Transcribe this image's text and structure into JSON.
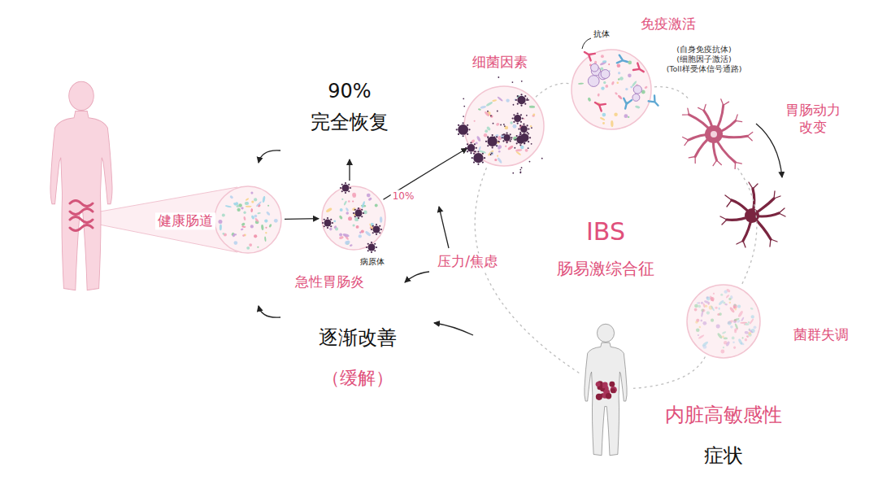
{
  "diagram": {
    "nodes": [
      {
        "text": [
          "健康肠道"
        ]
      },
      {
        "text": [
          "急性胃肠炎"
        ]
      },
      {
        "text": [
          "细菌因素"
        ]
      },
      {
        "text": [
          "免疫激活",
          "(自身免疫抗体) (细胞因子激活) (Toll样受体信号通路)"
        ]
      },
      {
        "text": [
          "胃肠动力 改变"
        ]
      },
      {
        "text": [
          "菌群失调"
        ]
      },
      {
        "text": [
          "内脏高敏感性",
          "症状"
        ]
      }
    ],
    "edges": [
      {
        "from": 0,
        "to": 1,
        "arrow": "to"
      },
      {
        "from": 1,
        "to": 2,
        "arrow": "to",
        "label": "10%"
      },
      {
        "from": 2,
        "to": 3,
        "arrow": "none"
      },
      {
        "from": 3,
        "to": 4,
        "arrow": "none"
      },
      {
        "from": 4,
        "to": 5,
        "arrow": "none"
      },
      {
        "from": 5,
        "to": 6,
        "arrow": "none"
      },
      {
        "from": 6,
        "to": 2,
        "arrow": "none"
      }
    ],
    "labels": [
      "90%",
      "完全恢复",
      "逐渐改善",
      "（缓解）",
      "压力/焦虑",
      "IBS",
      "肠易激综合征",
      "抗体",
      "病原体"
    ]
  }
}
